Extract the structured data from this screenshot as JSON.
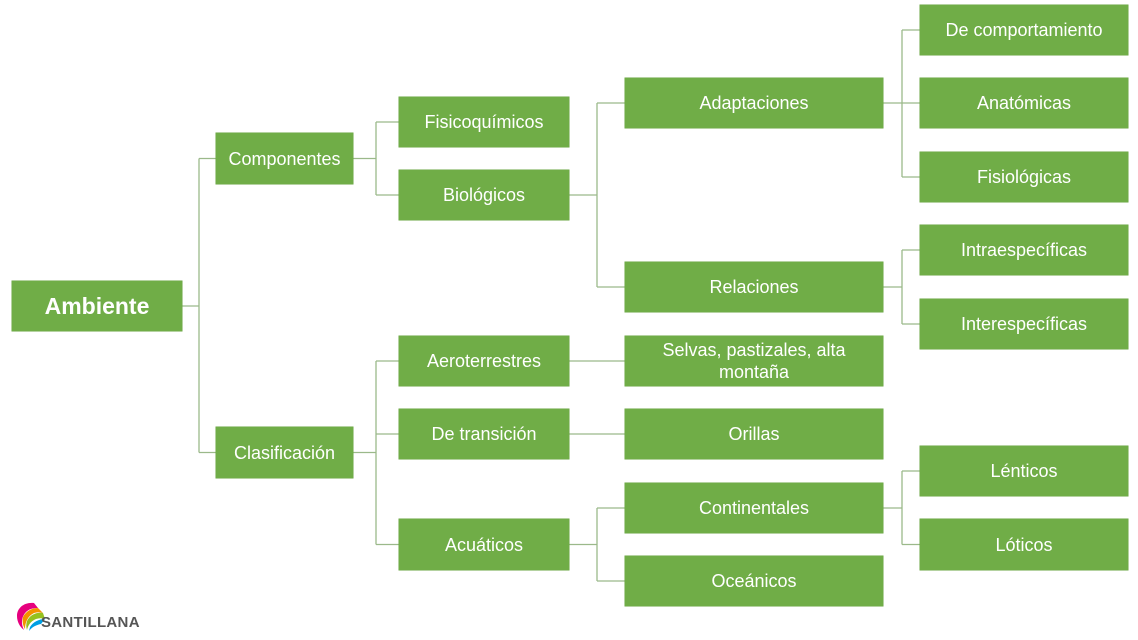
{
  "diagram": {
    "colors": {
      "node_fill": "#70ad47",
      "node_text": "#ffffff",
      "connector": "#9bb98a"
    },
    "nodes": [
      {
        "id": "ambiente",
        "label": "Ambiente",
        "level": 0,
        "parent": null
      },
      {
        "id": "componentes",
        "label": "Componentes",
        "level": 1,
        "parent": "ambiente"
      },
      {
        "id": "clasificacion",
        "label": "Clasificación",
        "level": 1,
        "parent": "ambiente"
      },
      {
        "id": "fisicoquimicos",
        "label": "Fisicoquímicos",
        "level": 2,
        "parent": "componentes"
      },
      {
        "id": "biologicos",
        "label": "Biológicos",
        "level": 2,
        "parent": "componentes"
      },
      {
        "id": "aeroterrestres",
        "label": "Aeroterrestres",
        "level": 2,
        "parent": "clasificacion"
      },
      {
        "id": "de-transicion",
        "label": "De transición",
        "level": 2,
        "parent": "clasificacion"
      },
      {
        "id": "acuaticos",
        "label": "Acuáticos",
        "level": 2,
        "parent": "clasificacion"
      },
      {
        "id": "adaptaciones",
        "label": "Adaptaciones",
        "level": 3,
        "parent": "biologicos"
      },
      {
        "id": "relaciones",
        "label": "Relaciones",
        "level": 3,
        "parent": "biologicos"
      },
      {
        "id": "selvas",
        "label": "Selvas, pastizales, alta montaña",
        "level": 3,
        "parent": "aeroterrestres"
      },
      {
        "id": "orillas",
        "label": "Orillas",
        "level": 3,
        "parent": "de-transicion"
      },
      {
        "id": "continentales",
        "label": "Continentales",
        "level": 3,
        "parent": "acuaticos"
      },
      {
        "id": "oceanicos",
        "label": "Oceánicos",
        "level": 3,
        "parent": "acuaticos"
      },
      {
        "id": "de-comportamiento",
        "label": "De comportamiento",
        "level": 4,
        "parent": "adaptaciones"
      },
      {
        "id": "anatomicas",
        "label": "Anatómicas",
        "level": 4,
        "parent": "adaptaciones"
      },
      {
        "id": "fisiologicas",
        "label": "Fisiológicas",
        "level": 4,
        "parent": "adaptaciones"
      },
      {
        "id": "intraespecificas",
        "label": "Intraespecíficas",
        "level": 4,
        "parent": "relaciones"
      },
      {
        "id": "interespecificas",
        "label": "Interespecíficas",
        "level": 4,
        "parent": "relaciones"
      },
      {
        "id": "lenticos",
        "label": "Lénticos",
        "level": 4,
        "parent": "continentales"
      },
      {
        "id": "loticos",
        "label": "Lóticos",
        "level": 4,
        "parent": "continentales"
      }
    ]
  },
  "branding": {
    "logo_text": "SANTILLANA",
    "logo_icon": "santillana-logo-icon"
  }
}
